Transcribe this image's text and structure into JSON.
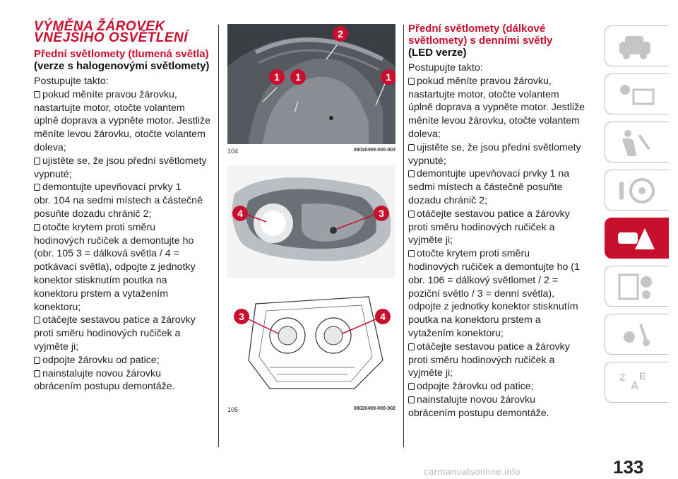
{
  "section_title_1": "VÝMĚNA ŽÁROVEK",
  "section_title_2": "VNĚJŠÍHO OSVĚTLENÍ",
  "left": {
    "heading": "Přední světlomety (tlumená světla)",
    "subheading": "(verze s halogenovými světlomety)",
    "intro": "Postupujte takto:",
    "steps": [
      [
        "pokud měníte pravou žárovku,",
        "nastartujte motor, otočte volantem",
        "úplně doprava a vypněte motor. Jestliže",
        "měníte levou žárovku, otočte volantem",
        "doleva;"
      ],
      [
        "ujistěte se, že jsou přední světlomety",
        "vypnuté;"
      ],
      [
        "demontujte upevňovací prvky 1",
        "obr. 104 na sedmi místech a částečně",
        "posuňte dozadu chránič 2;"
      ],
      [
        "otočte krytem proti směru",
        "hodinových ručiček a demontujte ho",
        "(obr. 105 3 = dálková světla / 4 =",
        "potkávací světla), odpojte z jednotky",
        "konektor stisknutím poutka na",
        "konektoru prstem a vytažením",
        "konektoru;"
      ],
      [
        "otáčejte sestavou patice a žárovky",
        "proti směru hodinových ručiček a",
        "vyjměte ji;"
      ],
      [
        "odpojte žárovku od patice;"
      ],
      [
        "nainstalujte novou žárovku",
        "obrácením postupu demontáže."
      ]
    ]
  },
  "right": {
    "heading_1": "Přední světlomety (dálkové",
    "heading_2": "světlomety) s denními světly",
    "subheading": "(LED verze)",
    "intro": "Postupujte takto:",
    "steps": [
      [
        "pokud měníte pravou žárovku,",
        "nastartujte motor, otočte volantem",
        "úplně doprava a vypněte motor. Jestliže",
        "měníte levou žárovku, otočte volantem",
        "doleva;"
      ],
      [
        "ujistěte se, že jsou přední světlomety",
        "vypnuté;"
      ],
      [
        "demontujte upevňovací prvky 1 na",
        "sedmi místech a částečně posuňte",
        "dozadu chránič 2;"
      ],
      [
        "otáčejte sestavou patice a žárovky",
        "proti směru hodinových ručiček a",
        "vyjměte ji;"
      ],
      [
        "otočte krytem proti směru",
        "hodinových ručiček a demontujte ho (1",
        "obr. 106 = dálkový světlomet / 2 =",
        "poziční světlo / 3 = denní světla),",
        "odpojte z jednotky konektor stisknutím",
        "poutka na konektoru prstem a",
        "vytažením konektoru;"
      ],
      [
        "otáčejte sestavou patice a žárovky",
        "proti směru hodinových ručiček a",
        "vyjměte ji;"
      ],
      [
        "odpojte žárovku od patice;"
      ],
      [
        "nainstalujte novou žárovku",
        "obrácením postupu demontáže."
      ]
    ]
  },
  "figures": {
    "fig104": {
      "num": "104",
      "code": "08020499-000-003",
      "callouts": [
        "1",
        "1",
        "2",
        "1"
      ]
    },
    "fig105_top": {
      "callouts": [
        "4",
        "3"
      ]
    },
    "fig105": {
      "num": "105",
      "code": "08020499-000-002",
      "callouts": [
        "3",
        "4"
      ]
    }
  },
  "page_number": "133",
  "watermark": "carmanualsonline.info",
  "colors": {
    "accent": "#c8102e",
    "tab_border": "#bbbbbb"
  },
  "tabs": [
    "car-icon",
    "warning-lights-icon",
    "seatbelt-airbag-icon",
    "steering-wheel-icon",
    "breakdown-icon",
    "maintenance-icon",
    "multimedia-icon",
    "index-icon"
  ]
}
